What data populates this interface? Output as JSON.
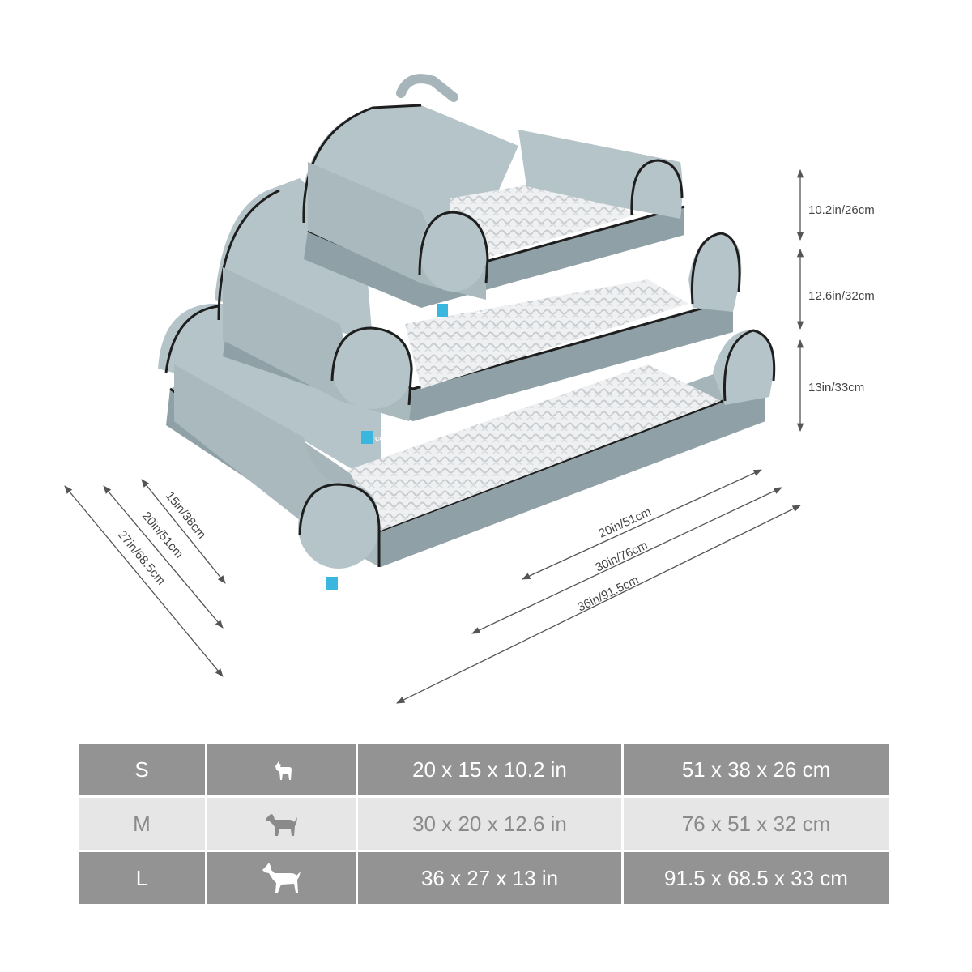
{
  "dimensions": {
    "height_s": "10.2in/26cm",
    "height_m": "12.6in/32cm",
    "height_l": "13in/33cm",
    "depth_s": "15in/38cm",
    "depth_m": "20in/51cm",
    "depth_l": "27in/68.5cm",
    "width_s": "20in/51cm",
    "width_m": "30in/76cm",
    "width_l": "36in/91.5cm"
  },
  "brand_label": "COZY TAILS",
  "colors": {
    "bed_body": "#9fb0b6",
    "bed_bolster": "#b5c4c9",
    "piping": "#1e1e1e",
    "cushion": "#eef0f1",
    "tag": "#3bb6de",
    "table_dark": "#939393",
    "table_light": "#e6e6e6"
  },
  "size_table": {
    "rows": [
      {
        "size": "S",
        "icon": "small-dog-icon",
        "inches": "20 x 15 x 10.2 in",
        "cm": "51 x 38 x 26 cm"
      },
      {
        "size": "M",
        "icon": "medium-dog-icon",
        "inches": "30 x 20 x 12.6 in",
        "cm": "76 x 51 x 32 cm"
      },
      {
        "size": "L",
        "icon": "large-dog-icon",
        "inches": "36 x 27 x 13 in",
        "cm": "91.5 x 68.5 x 33 cm"
      }
    ]
  }
}
